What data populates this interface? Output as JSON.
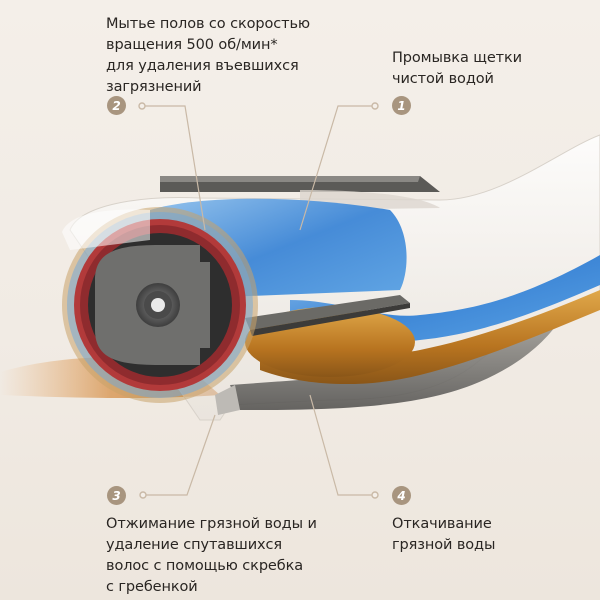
{
  "callouts": [
    {
      "number": "2",
      "lines": [
        "Мытье полов со скоростью",
        "вращения 500 об/мин*",
        "для удаления въевшихся",
        "загрязнений"
      ]
    },
    {
      "number": "1",
      "lines": [
        "Промывка щетки",
        "чистой водой"
      ]
    },
    {
      "number": "3",
      "lines": [
        "Отжимание грязной воды и",
        "удаление спутавшихся",
        "волос с помощью скребка",
        "с гребенкой"
      ]
    },
    {
      "number": "4",
      "lines": [
        "Откачивание",
        "грязной воды"
      ]
    }
  ],
  "colors": {
    "background": "#f3eee8",
    "badge": "#a8957f",
    "leader_line": "#c9b9a6",
    "text": "#2a2623",
    "clean_water": "#4a90d9",
    "dirty_water": "#c98a2e",
    "roller_ring": "#b23a3a"
  },
  "illustration": {
    "name": "floor-washer-brush-head-cutaway"
  }
}
